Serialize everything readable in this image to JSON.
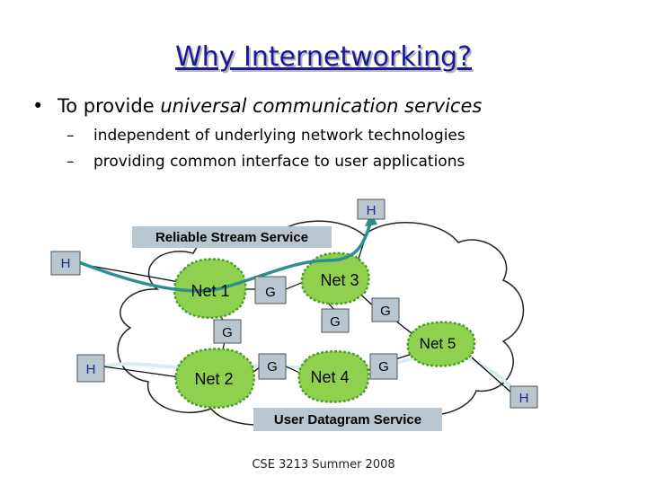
{
  "title": "Why Internetworking?",
  "bullet": {
    "prefix": "To provide ",
    "emphasis": "universal communication services"
  },
  "subbullets": [
    "independent of underlying network technologies",
    "providing common interface to user applications"
  ],
  "diagram": {
    "stream_label": "Reliable Stream Service",
    "datagram_label": "User Datagram Service",
    "hosts": [
      "H",
      "H",
      "H",
      "H"
    ],
    "networks": [
      "Net 1",
      "Net 2",
      "Net 3",
      "Net 4",
      "Net 5"
    ],
    "gateways": [
      "G",
      "G",
      "G",
      "G",
      "G",
      "G"
    ],
    "colors": {
      "net_fill": "#8fd14f",
      "net_stroke": "#4d9e2a",
      "node_fill": "#b9c6cf",
      "host_text": "#1a2a9a",
      "stream_path": "#2f8f8f",
      "datagram_path": "#d8ecf2",
      "label_box": "#b9c6cf"
    }
  },
  "footer": "CSE 3213 Summer 2008"
}
